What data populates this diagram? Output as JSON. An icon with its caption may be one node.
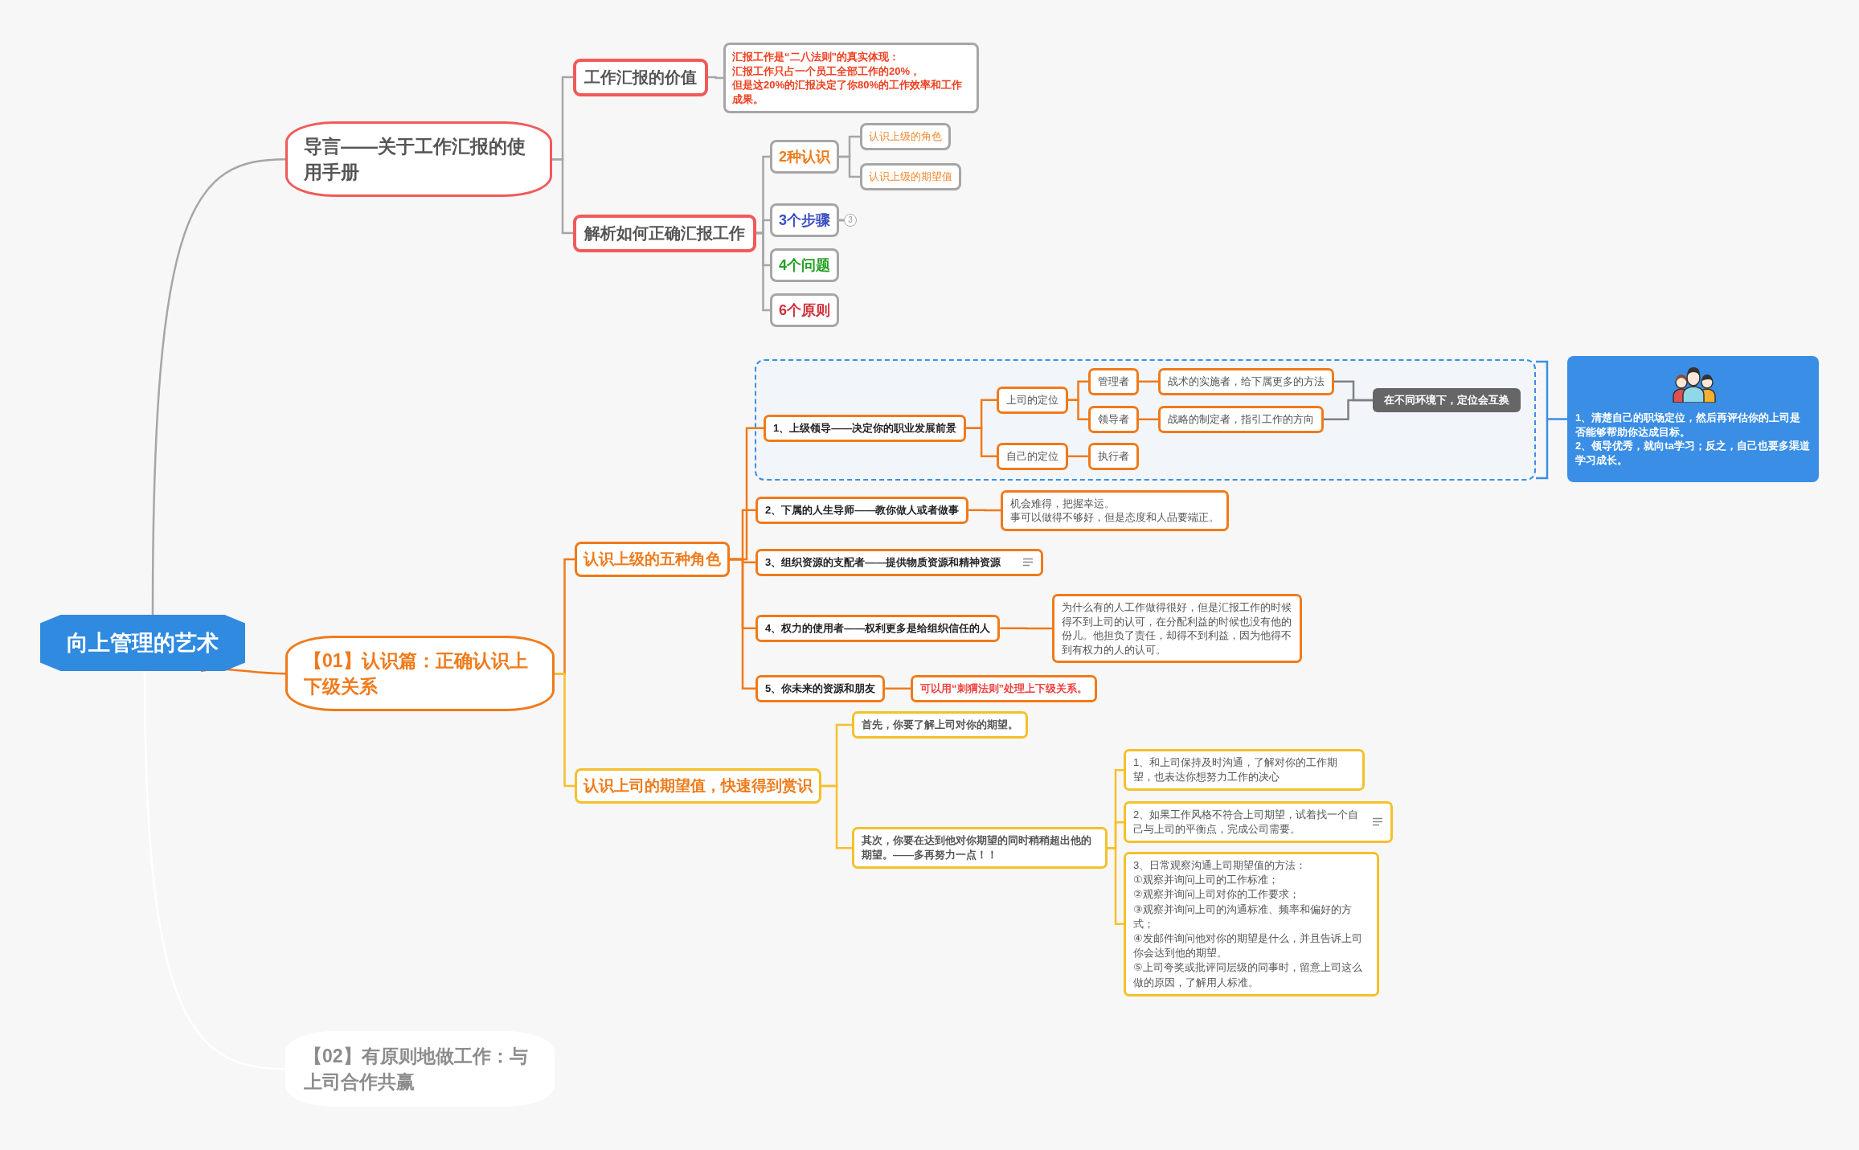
{
  "diagram": {
    "nodes": [
      {
        "text": [
          "向上管理的艺术"
        ]
      },
      {
        "text": [
          "导言——关于工作汇报的使用手册"
        ]
      },
      {
        "text": [
          "工作汇报的价值"
        ]
      },
      {
        "text": [
          "汇报工作是“二八法则”的真实体现：",
          "汇报工作只占一个员工全部工作的20%，",
          "但是这20%的汇报决定了你80%的工作效率和工作成果。"
        ]
      },
      {
        "text": [
          "解析如何正确汇报工作"
        ]
      },
      {
        "text": [
          "2种认识"
        ]
      },
      {
        "text": [
          "认识上级的角色"
        ]
      },
      {
        "text": [
          "认识上级的期望值"
        ]
      },
      {
        "text": [
          "3个步骤"
        ],
        "beside": [
          "3"
        ]
      },
      {
        "text": [
          "4个问题"
        ]
      },
      {
        "text": [
          "6个原则"
        ]
      },
      {
        "text": [
          "【01】认识篇：正确认识上下级关系"
        ]
      },
      {
        "text": [
          "认识上级的五种角色"
        ]
      },
      {
        "text": [],
        "shape": "box"
      },
      {
        "text": [
          "1、上级领导——决定你的职业发展前景"
        ],
        "in": 13
      },
      {
        "text": [
          "上司的定位"
        ],
        "in": 13
      },
      {
        "text": [
          "管理者"
        ],
        "in": 13
      },
      {
        "text": [
          "战术的实施者，给下属更多的方法"
        ],
        "in": 13
      },
      {
        "text": [
          "领导者"
        ],
        "in": 13
      },
      {
        "text": [
          "战略的制定者，指引工作的方向"
        ],
        "in": 13
      },
      {
        "text": [
          "自己的定位"
        ],
        "in": 13
      },
      {
        "text": [
          "执行者"
        ],
        "in": 13
      },
      {
        "text": [
          "在不同环境下，定位会互换"
        ],
        "in": 13
      },
      {
        "text": [
          "1、清楚自己的职场定位，然后再评估你的上司是否能够帮助你达成目标。",
          "2、领导优秀，就向ta学习；反之，自己也要多渠道学习成长。"
        ]
      },
      {
        "text": [
          "2、下属的人生导师——教你做人或者做事"
        ]
      },
      {
        "text": [
          "机会难得，把握幸运。",
          "事可以做得不够好，但是态度和人品要端正。"
        ]
      },
      {
        "text": [
          "3、组织资源的支配者——提供物质资源和精神资源"
        ]
      },
      {
        "text": [
          "4、权力的使用者——权利更多是给组织信任的人"
        ]
      },
      {
        "text": [
          "为什么有的人工作做得很好，但是汇报工作的时候得不到上司的认可，在分配利益的时候也没有他的份儿。他担负了责任，却得不到利益，因为他得不到有权力的人的认可。"
        ]
      },
      {
        "text": [
          "5、你未来的资源和朋友"
        ]
      },
      {
        "text": [
          "可以用“刺猬法则”处理上下级关系。"
        ]
      },
      {
        "text": [
          "认识上司的期望值，快速得到赏识"
        ]
      },
      {
        "text": [
          "首先，你要了解上司对你的期望。"
        ]
      },
      {
        "text": [
          "其次，你要在达到他对你期望的同时稍稍超出他的期望。——多再努力一点！！"
        ]
      },
      {
        "text": [
          "1、和上司保持及时沟通，了解对你的工作期望，也表达你想努力工作的决心"
        ]
      },
      {
        "text": [
          "2、如果工作风格不符合上司期望，试着找一个自己与上司的平衡点，完成公司需要。"
        ]
      },
      {
        "text": [
          "3、日常观察沟通上司期望值的方法：",
          "①观察并询问上司的工作标准；",
          "②观察并询问上司对你的工作要求；",
          "③观察并询问上司的沟通标准、频率和偏好的方式；",
          "④发邮件询问他对你的期望是什么，并且告诉上司你会达到他的期望。",
          "⑤上司夸奖或批评同层级的同事时，留意上司这么做的原因，了解用人标准。"
        ]
      },
      {
        "text": [
          "【02】有原则地做工作：与上司合作共赢"
        ]
      }
    ],
    "edges": [
      {
        "from": 0,
        "to": 1,
        "arrow": "none",
        "color": "#a6a6a6"
      },
      {
        "from": 0,
        "to": 11,
        "arrow": "none",
        "color": "#f07a1a"
      },
      {
        "from": 0,
        "to": 37,
        "arrow": "none",
        "color": "#ffffff"
      },
      {
        "from": 1,
        "to": 2,
        "arrow": "none",
        "color": "#a6a6a6"
      },
      {
        "from": 1,
        "to": 4,
        "arrow": "none",
        "color": "#a6a6a6"
      },
      {
        "from": 2,
        "to": 3,
        "arrow": "none",
        "color": "#a6a6a6"
      },
      {
        "from": 4,
        "to": 5,
        "arrow": "none",
        "color": "#a6a6a6"
      },
      {
        "from": 4,
        "to": 8,
        "arrow": "none",
        "color": "#a6a6a6"
      },
      {
        "from": 4,
        "to": 9,
        "arrow": "none",
        "color": "#a6a6a6"
      },
      {
        "from": 4,
        "to": 10,
        "arrow": "none",
        "color": "#a6a6a6"
      },
      {
        "from": 5,
        "to": 6,
        "arrow": "none",
        "color": "#a6a6a6"
      },
      {
        "from": 5,
        "to": 7,
        "arrow": "none",
        "color": "#a6a6a6"
      },
      {
        "from": 11,
        "to": 12,
        "arrow": "none",
        "color": "#f07a1a"
      },
      {
        "from": 11,
        "to": 31,
        "arrow": "none",
        "color": "#f5c02a"
      },
      {
        "from": 12,
        "to": 14,
        "arrow": "none",
        "color": "#f07a1a"
      },
      {
        "from": 12,
        "to": 24,
        "arrow": "none",
        "color": "#f07a1a"
      },
      {
        "from": 12,
        "to": 26,
        "arrow": "none",
        "color": "#f07a1a"
      },
      {
        "from": 12,
        "to": 27,
        "arrow": "none",
        "color": "#f07a1a"
      },
      {
        "from": 12,
        "to": 29,
        "arrow": "none",
        "color": "#f07a1a"
      },
      {
        "from": 14,
        "to": 15,
        "arrow": "none",
        "color": "#f07a1a"
      },
      {
        "from": 14,
        "to": 20,
        "arrow": "none",
        "color": "#f07a1a"
      },
      {
        "from": 15,
        "to": 16,
        "arrow": "none",
        "color": "#f07a1a"
      },
      {
        "from": 15,
        "to": 18,
        "arrow": "none",
        "color": "#f07a1a"
      },
      {
        "from": 16,
        "to": 17,
        "arrow": "none",
        "color": "#f07a1a"
      },
      {
        "from": 18,
        "to": 19,
        "arrow": "none",
        "color": "#f07a1a"
      },
      {
        "from": 20,
        "to": 21,
        "arrow": "none",
        "color": "#f07a1a"
      },
      {
        "from": 17,
        "to": 22,
        "arrow": "none",
        "color": "#808080"
      },
      {
        "from": 19,
        "to": 22,
        "arrow": "none",
        "color": "#808080"
      },
      {
        "from": 13,
        "to": 23,
        "arrow": "none",
        "color": "#3a8ee6"
      },
      {
        "from": 24,
        "to": 25,
        "arrow": "none",
        "color": "#f07a1a"
      },
      {
        "from": 27,
        "to": 28,
        "arrow": "none",
        "color": "#f07a1a"
      },
      {
        "from": 29,
        "to": 30,
        "arrow": "none",
        "color": "#f07a1a"
      },
      {
        "from": 31,
        "to": 32,
        "arrow": "none",
        "color": "#f5c02a"
      },
      {
        "from": 31,
        "to": 33,
        "arrow": "none",
        "color": "#f5c02a"
      },
      {
        "from": 33,
        "to": 34,
        "arrow": "none",
        "color": "#f5c02a"
      },
      {
        "from": 33,
        "to": 35,
        "arrow": "none",
        "color": "#f5c02a"
      },
      {
        "from": 33,
        "to": 36,
        "arrow": "none",
        "color": "#f5c02a"
      }
    ]
  }
}
